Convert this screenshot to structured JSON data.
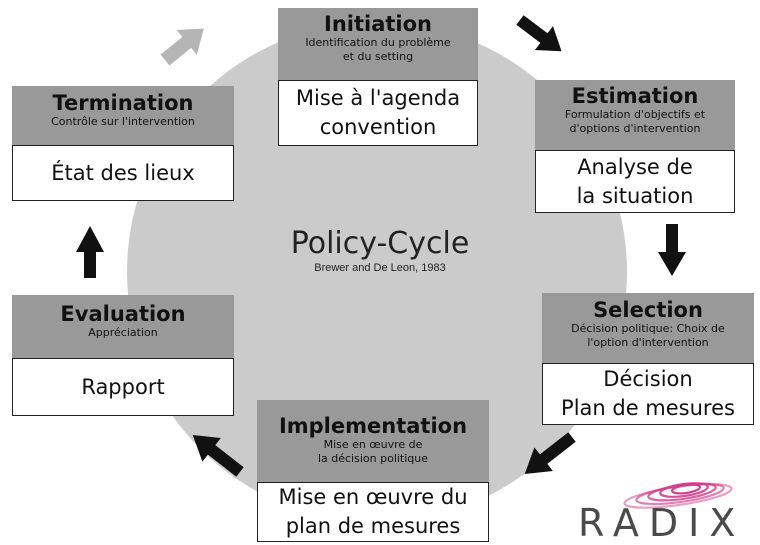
{
  "center": {
    "title": "Policy-Cycle",
    "subtitle": "Brewer and De Leon, 1983"
  },
  "stages": {
    "initiation": {
      "name": "Initiation",
      "sub": "Identification du problème\net du setting",
      "body": "Mise à l'agenda\nconvention"
    },
    "estimation": {
      "name": "Estimation",
      "sub": "Formulation d'objectifs et\nd'options d'intervention",
      "body": "Analyse de\nla situation"
    },
    "selection": {
      "name": "Selection",
      "sub": "Décision politique: Choix de\nl'option d'intervention",
      "body": "Décision\nPlan de mesures"
    },
    "implementation": {
      "name": "Implementation",
      "sub": "Mise en œuvre de\nla décision politique",
      "body": "Mise en œuvre du\nplan de mesures"
    },
    "evaluation": {
      "name": "Evaluation",
      "sub": "Appréciation",
      "body": "Rapport"
    },
    "termination": {
      "name": "Termination",
      "sub": "Contrôle sur l'intervention",
      "body": "État des lieux"
    }
  },
  "arrows": {
    "main_color": "#111111",
    "return_color": "#b5b5b5"
  },
  "logo": {
    "text": "RADIX",
    "accent": "#d23c8c"
  },
  "colors": {
    "circle": "#cbcbcb",
    "header": "#999999"
  }
}
